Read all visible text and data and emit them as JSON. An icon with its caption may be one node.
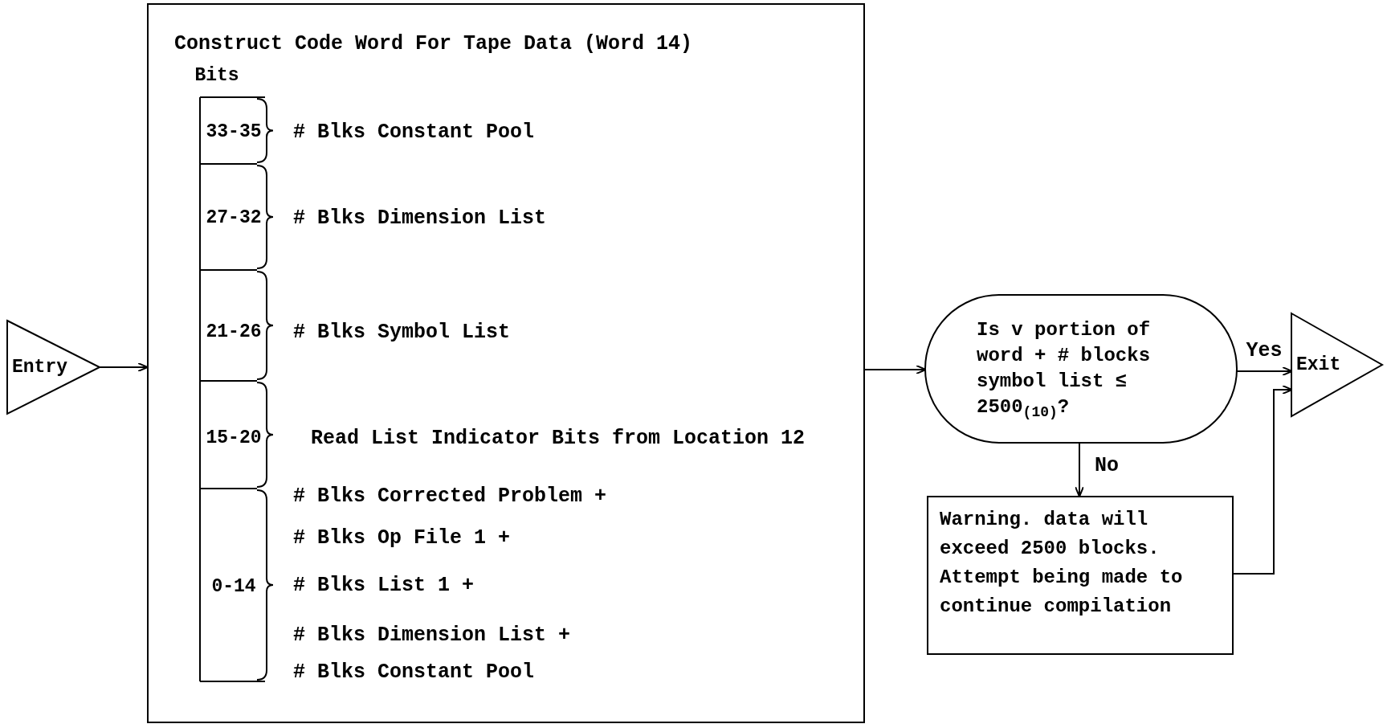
{
  "diagram": {
    "nodes": [
      {
        "text": [
          "Entry"
        ]
      },
      {
        "text": [
          "Construct Code Word For Tape Data (Word 14)"
        ]
      },
      {
        "text": [
          "Is v portion of word + # blocks symbol list ≤ 2500$_{(10)}$?"
        ]
      },
      {
        "text": [
          "Exit"
        ]
      },
      {
        "text": [
          "Warning. data will exceed 2500 blocks. Attempt being made to continue compilation"
        ]
      }
    ],
    "edges": [
      {
        "from": 0,
        "to": 1,
        "arrow": "to"
      },
      {
        "from": 1,
        "to": 2,
        "arrow": "to"
      },
      {
        "from": 2,
        "to": 3,
        "arrow": "to",
        "label": "Yes"
      },
      {
        "from": 2,
        "to": 4,
        "arrow": "to",
        "label": "No"
      },
      {
        "from": 4,
        "to": 3,
        "arrow": "to"
      }
    ],
    "labels": [
      "Bits",
      "33-35",
      "# Blks Constant Pool",
      "27-32",
      "# Blks Dimension List",
      "21-26",
      "# Blks Symbol List",
      "15-20",
      "Read List Indicator Bits from Location 12",
      "# Blks Corrected Problem +",
      "# Blks Op File 1 +",
      "0-14",
      "# Blks List 1 +",
      "# Blks Dimension List +",
      "# Blks Constant Pool"
    ]
  }
}
